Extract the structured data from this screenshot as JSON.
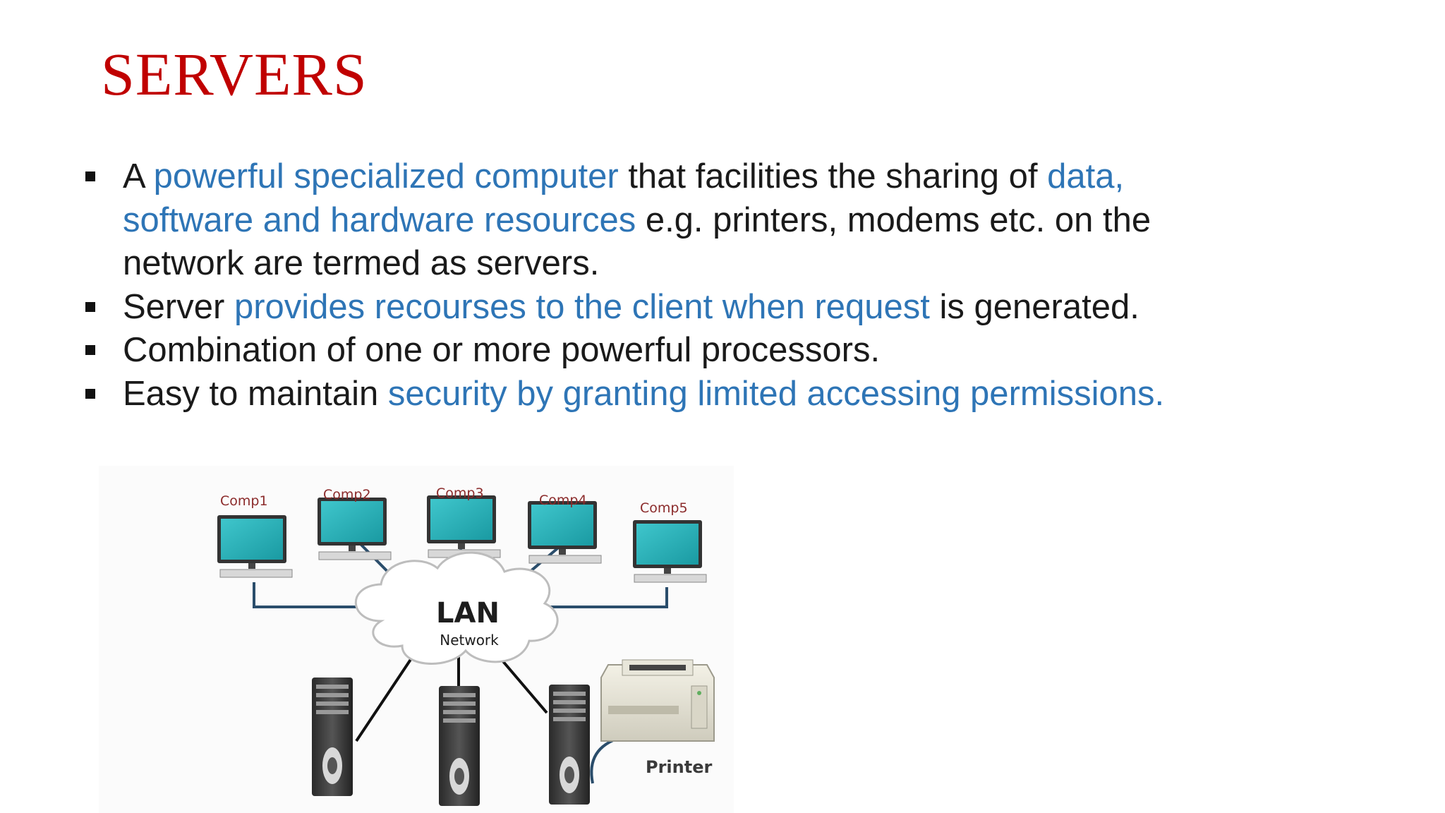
{
  "title": "SERVERS",
  "bullets": [
    {
      "segments": [
        {
          "text": "A ",
          "highlight": false
        },
        {
          "text": "powerful specialized computer",
          "highlight": true
        },
        {
          "text": " that facilities the sharing of ",
          "highlight": false
        },
        {
          "text": "data, software and hardware resources",
          "highlight": true
        },
        {
          "text": " e.g. printers, modems etc. on the network are termed as servers.",
          "highlight": false
        }
      ]
    },
    {
      "segments": [
        {
          "text": "Server ",
          "highlight": false
        },
        {
          "text": "provides recourses to the client when request",
          "highlight": true
        },
        {
          "text": " is generated.",
          "highlight": false
        }
      ]
    },
    {
      "segments": [
        {
          "text": "Combination of one or more powerful processors.",
          "highlight": false
        }
      ]
    },
    {
      "segments": [
        {
          "text": "Easy to maintain ",
          "highlight": false
        },
        {
          "text": "security by granting limited accessing permissions.",
          "highlight": true
        }
      ]
    }
  ],
  "diagram": {
    "computers": [
      "Comp1",
      "Comp2",
      "Comp3",
      "Comp4",
      "Comp5"
    ],
    "cloud_title": "LAN",
    "cloud_subtitle": "Network",
    "printer_label": "Printer"
  },
  "colors": {
    "title": "#c00000",
    "highlight": "#2e75b6",
    "text": "#1a1a1a"
  }
}
